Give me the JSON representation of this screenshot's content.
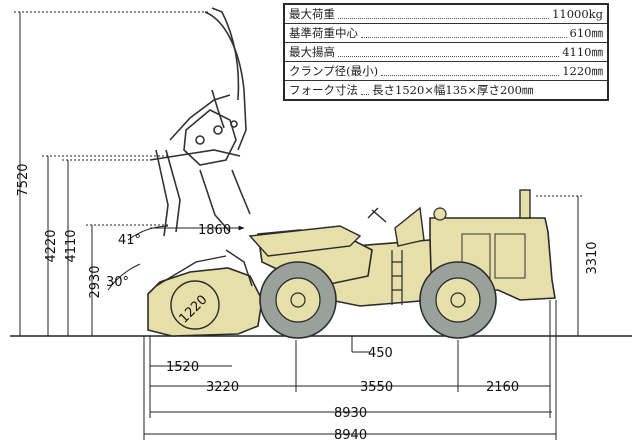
{
  "specs": [
    {
      "label": "最大荷重",
      "value": "11000kg"
    },
    {
      "label": "基準荷重中心",
      "value": "610㎜"
    },
    {
      "label": "最大揚高",
      "value": "4110㎜"
    },
    {
      "label": "クランプ径(最小)",
      "value": "1220㎜"
    },
    {
      "label": "フォーク寸法",
      "value": "長さ1520×幅135×厚さ200㎜"
    }
  ],
  "dimensions": {
    "overall_height": "7520",
    "height_4220": "4220",
    "height_4110": "4110",
    "height_2930": "2930",
    "height_3310": "3310",
    "reach_1860": "1860",
    "angle_41": "41°",
    "angle_30": "30°",
    "clamp_1220": "1220",
    "fork_1520": "1520",
    "ground_450": "450",
    "front_3220": "3220",
    "wheelbase_3550": "3550",
    "rear_2160": "2160",
    "length_8930": "8930",
    "length_8940": "8940"
  },
  "colors": {
    "body": "#e6dfa9",
    "line": "#2a2a2a",
    "tire": "#9aa09c"
  }
}
